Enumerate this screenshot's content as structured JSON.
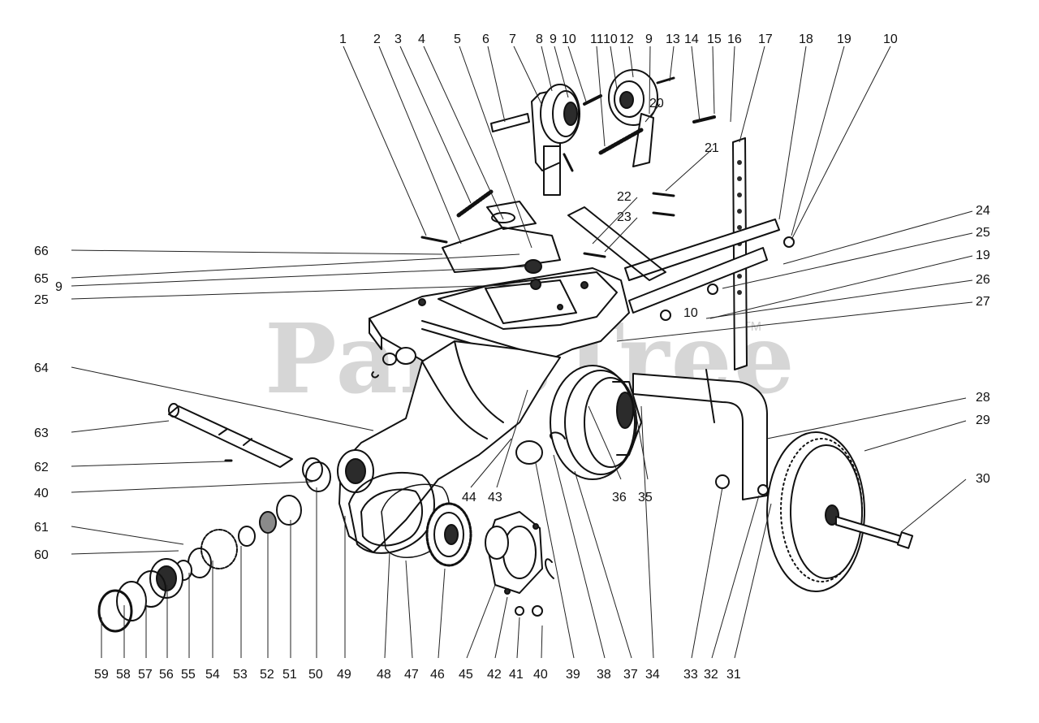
{
  "watermark": {
    "text": "PartsTree",
    "tm": "TM"
  },
  "colors": {
    "ink": "#111111",
    "watermark": "#d6d6d6",
    "fill_dark": "#2b2b2b",
    "fill_mid": "#8a8a8a",
    "paper": "#ffffff"
  },
  "callouts": {
    "top_row": [
      "1",
      "2",
      "3",
      "4",
      "5",
      "6",
      "7",
      "8",
      "9",
      "10",
      "11",
      "10",
      "12",
      "9",
      "13",
      "14",
      "15",
      "16",
      "17",
      "18",
      "19",
      "10"
    ],
    "right_column": [
      "20",
      "21",
      "22",
      "23",
      "24",
      "25",
      "19",
      "26",
      "10",
      "27",
      "28",
      "29",
      "30"
    ],
    "left_column": [
      "66",
      "65",
      "9",
      "25",
      "64",
      "63",
      "62",
      "40",
      "61",
      "60"
    ],
    "middle": [
      "44",
      "43",
      "36",
      "35"
    ],
    "bottom_row": [
      "59",
      "58",
      "57",
      "56",
      "55",
      "54",
      "53",
      "52",
      "51",
      "50",
      "49",
      "48",
      "47",
      "46",
      "45",
      "42",
      "41",
      "40",
      "39",
      "38",
      "37",
      "34",
      "33",
      "32",
      "31"
    ]
  }
}
